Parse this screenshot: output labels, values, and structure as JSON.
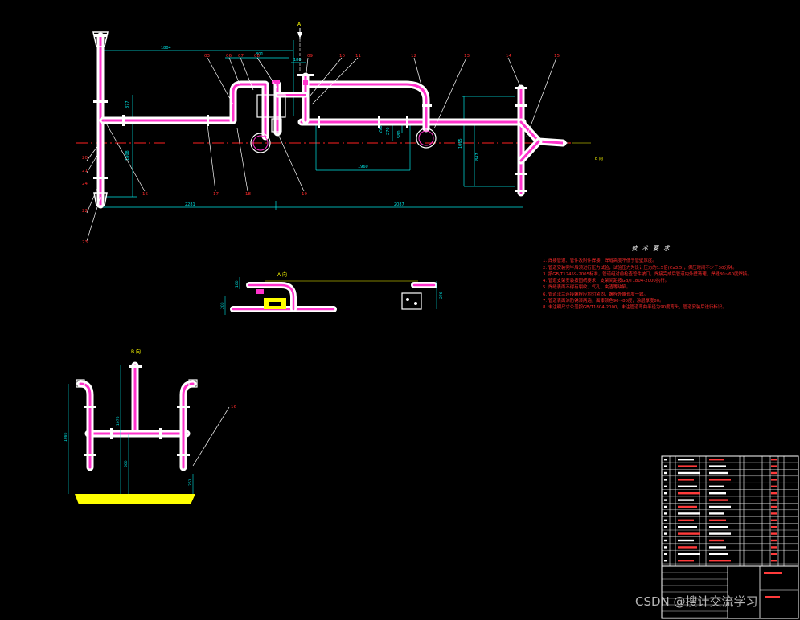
{
  "section_markers": {
    "a": "A",
    "a_view": "A 向",
    "b_view_top": "B 向",
    "b_view_front": "B 向"
  },
  "part_numbers": [
    "03",
    "06",
    "07",
    "08",
    "09",
    "10",
    "11",
    "12",
    "13",
    "14",
    "15",
    "16",
    "17",
    "18",
    "19",
    "20",
    "21",
    "22",
    "23",
    "24"
  ],
  "dimensions": {
    "top": [
      "1804",
      "801",
      "180",
      "377",
      "1808",
      "2281",
      "2087",
      "1960",
      "270",
      "580",
      "1065",
      "847",
      "290"
    ],
    "a_view": [
      "100",
      "200",
      "276"
    ],
    "b_view": [
      "1080",
      "1076",
      "500",
      "261"
    ]
  },
  "tech_notes": {
    "title": "技 术 要 求",
    "items": [
      "1. 焊接管道、管件及附件焊接、焊缝高度不低于管壁厚度。",
      "2. 管道安装完毕后须进行压力试验，试验压力为设计压力的1.5倍(Ca3.5)，保压时间不少于30分钟。",
      "3. 按GB/T12459-2005标准，管道组对前检查管件坡口，焊接完成后管道内外壁清理，焊缝80~60度焊接。",
      "4. 管道支架安装按图纸要求，支架间距按GB/T1804-2000执行。",
      "5. 焊缝表面不得有裂纹、气孔、夹渣等缺陷。",
      "6. 管道法兰连接螺栓应均匀紧固，螺栓外露长度一致。",
      "7. 管道表面涂防锈漆两遍，面漆颜色90~80度，涂层厚度80。",
      "8. 未注明尺寸公差按GB/T1804-2000，未注管道弯曲半径为90度弯头，管道安装后进行标识。"
    ]
  },
  "watermark": "CSDN @搜计交流学习",
  "colors": {
    "pipe_outer": "#ffffff",
    "pipe_inner": "#ff33cc",
    "dimension": "#00e5e5",
    "leader": "#ffffff",
    "notes": "#ff2a2a",
    "center": "#ff2020",
    "highlight": "#ffff00"
  }
}
